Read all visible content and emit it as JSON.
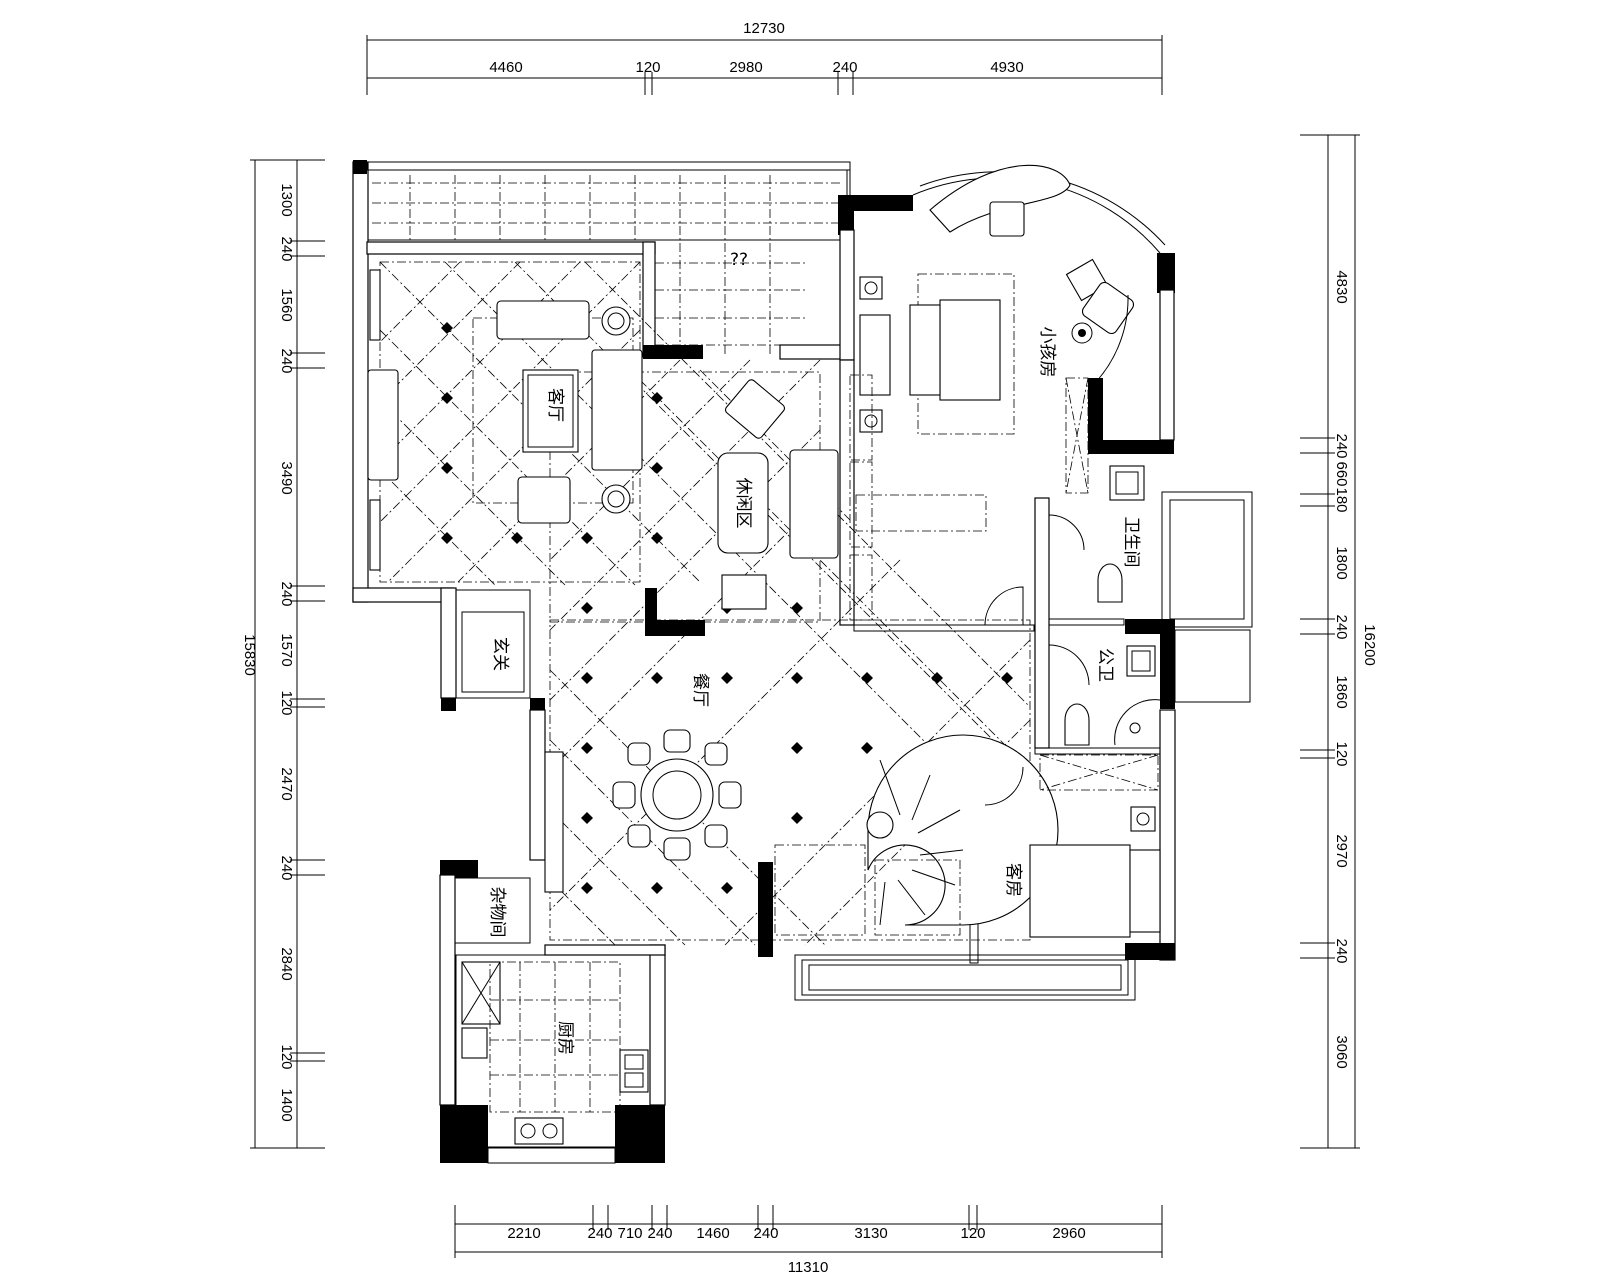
{
  "dimensions": {
    "top_total": "12730",
    "top_segments": [
      "4460",
      "120",
      "2980",
      "240",
      "4930"
    ],
    "left_total": "15830",
    "left_segments": [
      "1300",
      "240",
      "1560",
      "240",
      "3490",
      "240",
      "1570",
      "120",
      "2470",
      "240",
      "2840",
      "120",
      "1400"
    ],
    "right_total": "16200",
    "right_segments": [
      "4830",
      "240",
      "660",
      "180",
      "1800",
      "240",
      "1860",
      "120",
      "2970",
      "240",
      "3060"
    ],
    "bottom_total": "11310",
    "bottom_segments": [
      "2210",
      "240",
      "710",
      "240",
      "1460",
      "240",
      "3130",
      "120",
      "2960"
    ]
  },
  "rooms": {
    "living_room": "客厅",
    "leisure_area": "休闲区",
    "dining_room": "餐厅",
    "entrance": "玄关",
    "storage": "杂物间",
    "kitchen": "厨房",
    "child_room": "小孩房",
    "bathroom": "卫生间",
    "public_wc": "公卫",
    "guest_room": "客房",
    "terrace": "??"
  }
}
